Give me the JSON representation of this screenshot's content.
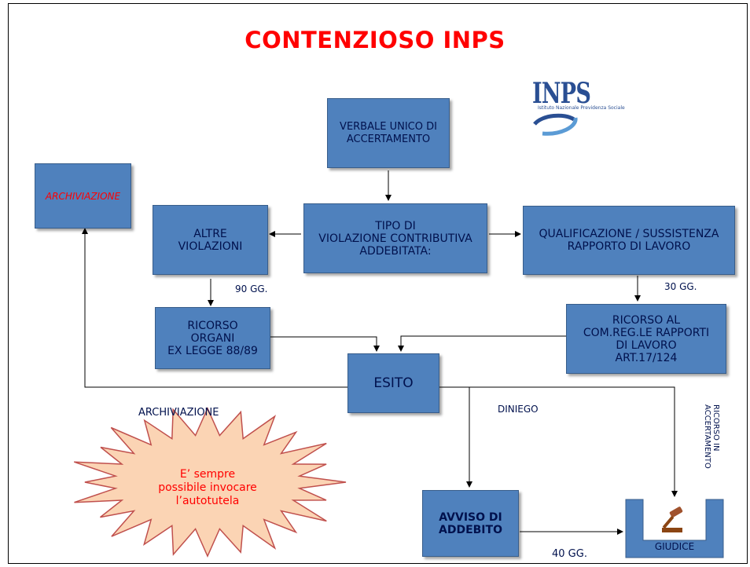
{
  "title": "CONTENZIOSO INPS",
  "logo": {
    "name": "INPS",
    "subtitle": "Istituto Nazionale Previdenza Sociale"
  },
  "boxes": {
    "verbale": "VERBALE UNICO DI\nACCERTAMENTO",
    "archiviazione": "ARCHIVIAZIONE",
    "altre": "ALTRE\nVIOLAZIONI",
    "tipo": "TIPO DI\nVIOLAZIONE CONTRIBUTIVA\nADDEBITATA:",
    "qualificazione": "QUALIFICAZIONE / SUSSISTENZA\nRAPPORTO DI LAVORO",
    "ricorso_organi": "RICORSO\nORGANI\nEX LEGGE 88/89",
    "ricorso_com": "RICORSO AL\nCOM.REG.LE RAPPORTI\nDI LAVORO\nART.17/124",
    "esito": "ESITO",
    "avviso": "AVVISO DI\nADDEBITO",
    "giudice": "GIUDICE"
  },
  "labels": {
    "gg90": "90 GG.",
    "gg30": "30 GG.",
    "gg40": "40 GG.",
    "diniego": "DINIEGO",
    "archiviazione": "ARCHIVIAZIONE",
    "ricorso_accertamento": "RICORSO IN\nACCERTAMENTO"
  },
  "autotutela": "E’ sempre\npossibile invocare\nl’autotutela",
  "colors": {
    "box_fill": "#4f81bd",
    "box_border": "#385d8a",
    "title": "#ff0000",
    "star_fill": "#fbd4b4",
    "star_stroke": "#c0504d"
  }
}
